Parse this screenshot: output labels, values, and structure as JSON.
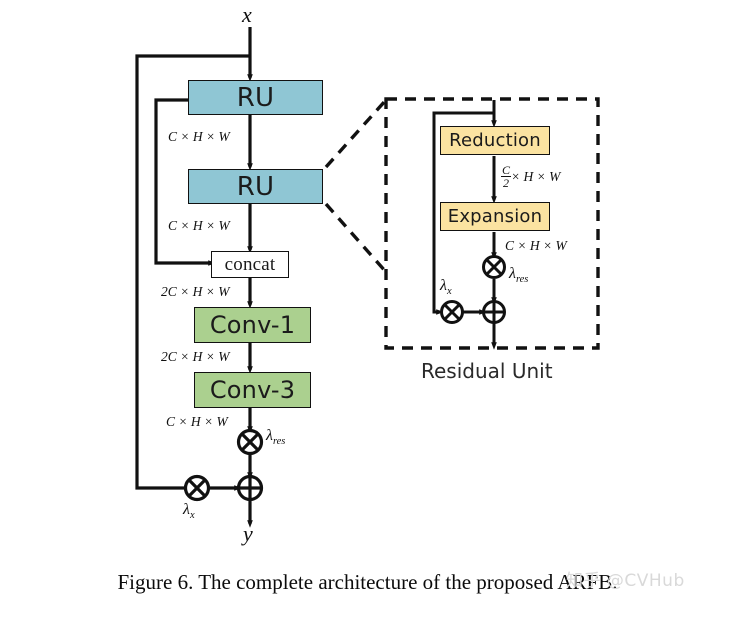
{
  "figure": {
    "caption": "Figure 6. The complete architecture of the proposed ARFB.",
    "watermark": "知乎 @CVHub"
  },
  "colors": {
    "ru_block": "#8fc6d4",
    "conv_block": "#abd08f",
    "panel_block": "#fbe3a1",
    "stroke": "#111111",
    "background": "#ffffff"
  },
  "main_branch": {
    "input_label": "x",
    "output_label": "y",
    "blocks": [
      {
        "name": "ru-1",
        "label": "RU",
        "style": "ru"
      },
      {
        "name": "ru-2",
        "label": "RU",
        "style": "ru"
      },
      {
        "name": "concat",
        "label": "concat",
        "style": "plain"
      },
      {
        "name": "conv-1",
        "label": "Conv-1",
        "style": "green"
      },
      {
        "name": "conv-3",
        "label": "Conv-3",
        "style": "green"
      }
    ],
    "shape_labels": [
      {
        "name": "shape-after-ru1",
        "text": "C × H × W"
      },
      {
        "name": "shape-after-ru2",
        "text": "C × H × W"
      },
      {
        "name": "shape-after-concat",
        "text": "2C × H × W"
      },
      {
        "name": "shape-after-conv1",
        "text": "2C × H × W"
      },
      {
        "name": "shape-after-conv3",
        "text": "C × H × W"
      }
    ],
    "scalars": {
      "lambda_res": "λ",
      "lambda_res_sub": "res",
      "lambda_x": "λ",
      "lambda_x_sub": "x"
    },
    "operators": [
      {
        "name": "multiply-res",
        "glyph": "⊗"
      },
      {
        "name": "multiply-x",
        "glyph": "⊗"
      },
      {
        "name": "add-output",
        "glyph": "⊕"
      }
    ]
  },
  "residual_unit_panel": {
    "title": "Residual Unit",
    "blocks": [
      {
        "name": "reduction",
        "label": "Reduction"
      },
      {
        "name": "expansion",
        "label": "Expansion"
      }
    ],
    "shape_labels": [
      {
        "name": "shape-after-reduction-num",
        "numerator": "C",
        "denominator": "2",
        "suffix": "× H × W"
      },
      {
        "name": "shape-after-expansion",
        "text": "C × H × W"
      }
    ],
    "scalars": {
      "lambda_res": "λ",
      "lambda_res_sub": "res",
      "lambda_x": "λ",
      "lambda_x_sub": "x"
    },
    "operators": [
      {
        "name": "multiply-res",
        "glyph": "⊗"
      },
      {
        "name": "multiply-x",
        "glyph": "⊗"
      },
      {
        "name": "add-output",
        "glyph": "⊕"
      }
    ]
  }
}
